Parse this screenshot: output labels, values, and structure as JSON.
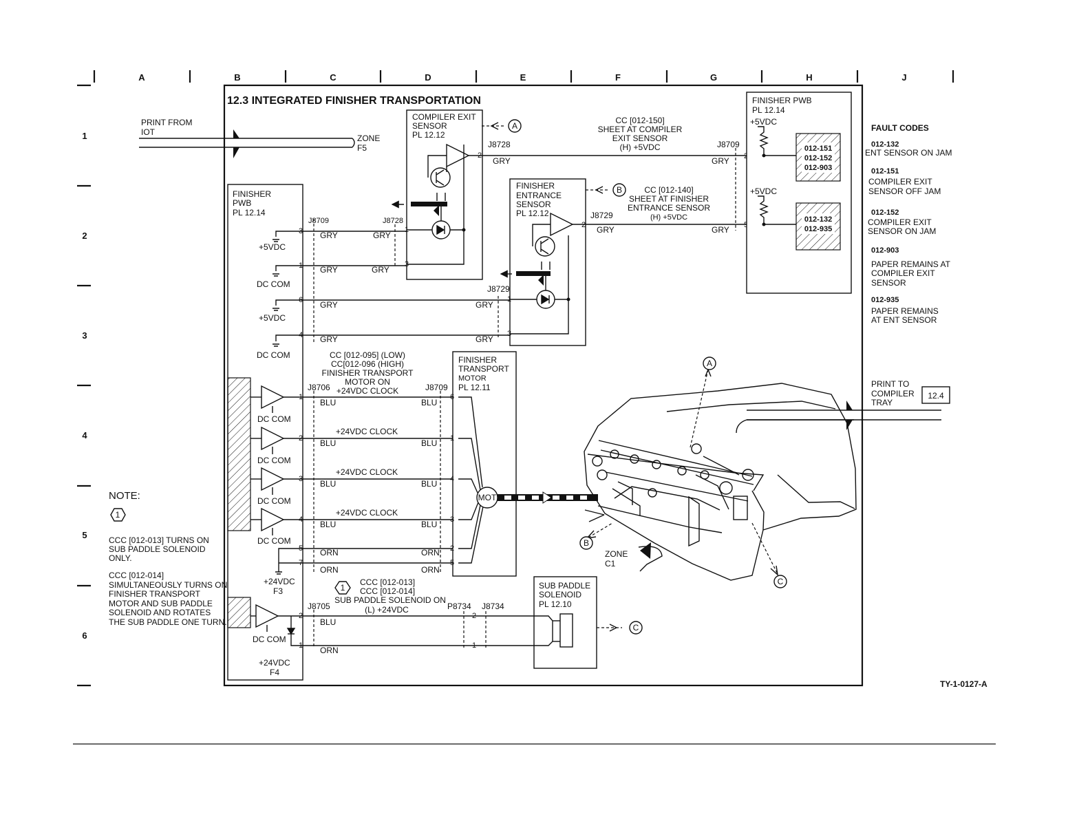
{
  "grid": {
    "columns": [
      "A",
      "B",
      "C",
      "D",
      "E",
      "F",
      "G",
      "H",
      "J"
    ],
    "rows": [
      "1",
      "2",
      "3",
      "4",
      "5",
      "6"
    ]
  },
  "title": "12.3 INTEGRATED FINISHER TRANSPORTATION",
  "print_from": [
    "PRINT FROM",
    "IOT"
  ],
  "zone_f5": [
    "ZONE",
    "F5"
  ],
  "zone_c1": [
    "ZONE",
    "C1"
  ],
  "finisher_pwb_left": [
    "FINISHER",
    "PWB",
    "PL 12.14"
  ],
  "finisher_pwb_right": [
    "FINISHER PWB",
    "PL 12.14"
  ],
  "compiler_exit_sensor": [
    "COMPILER EXIT",
    "SENSOR",
    "PL 12.12"
  ],
  "finisher_entrance_sensor": [
    "FINISHER",
    "ENTRANCE",
    "SENSOR",
    "PL 12.12"
  ],
  "finisher_transport_motor": [
    "FINISHER",
    "TRANSPORT",
    "MOTOR",
    "PL 12.11"
  ],
  "sub_paddle_solenoid": [
    "SUB PADDLE",
    "SOLENOID",
    "PL 12.10"
  ],
  "motor_label": "MOT",
  "signal_150": [
    "CC [012-150]",
    "SHEET AT COMPILER",
    "EXIT SENSOR",
    "(H) +5VDC"
  ],
  "signal_140": [
    "CC [012-140]",
    "SHEET AT FINISHER",
    "ENTRANCE SENSOR",
    "(H) +5VDC"
  ],
  "signal_motor": [
    "CC [012-095] (LOW)",
    "CC[012-096 (HIGH)",
    "FINISHER TRANSPORT",
    "MOTOR ON",
    "+24VDC CLOCK"
  ],
  "signal_solenoid": [
    "CCC [012-013]",
    "CCC [012-014]",
    "SUB PADDLE SOLENOID ON",
    "(L) +24VDC"
  ],
  "clock_label": "+24VDC CLOCK",
  "connectors": {
    "j8728": "J8728",
    "j8709": "J8709",
    "j8729": "J8729",
    "j8706": "J8706",
    "j8705": "J8705",
    "p8734": "P8734",
    "j8734": "J8734",
    "j8709_left": "J8709",
    "j8728_left": "J8728"
  },
  "wire_colors": {
    "gry": "GRY",
    "blu": "BLU",
    "orn": "ORN"
  },
  "power": {
    "v5": "+5VDC",
    "dccom": "DC COM",
    "v24f3": [
      "+24VDC",
      "F3"
    ],
    "v24f4": [
      "+24VDC",
      "F4"
    ]
  },
  "pins": {
    "p1": "1",
    "p2": "2",
    "p3": "3",
    "p4": "4",
    "p5": "5",
    "p6": "6",
    "p7": "7"
  },
  "fault_codes_title": "FAULT CODES",
  "fault_codes": [
    {
      "code": "012-132",
      "desc": [
        "ENT SENSOR ON JAM"
      ]
    },
    {
      "code": "012-151",
      "desc": [
        "COMPILER EXIT",
        "SENSOR OFF JAM"
      ]
    },
    {
      "code": "012-152",
      "desc": [
        "COMPILER EXIT",
        "SENSOR ON JAM"
      ]
    },
    {
      "code": "012-903",
      "desc": [
        "PAPER REMAINS AT",
        "COMPILER EXIT",
        "SENSOR"
      ]
    },
    {
      "code": "012-935",
      "desc": [
        "PAPER REMAINS",
        "AT ENT SENSOR"
      ]
    }
  ],
  "code_box_1": [
    "012-151",
    "012-152",
    "012-903"
  ],
  "code_box_2": [
    "012-132",
    "012-935"
  ],
  "print_to": [
    "PRINT TO",
    "COMPILER",
    "TRAY"
  ],
  "ref_124": "12.4",
  "refs": {
    "a": "A",
    "b": "B",
    "c": "C"
  },
  "note_title": "NOTE:",
  "note_marker": "1",
  "note_lines_1": [
    "CCC [012-013] TURNS ON",
    "SUB PADDLE SOLENOID",
    "ONLY."
  ],
  "note_lines_2": [
    "CCC  [012-014]",
    "SIMULTANEOUSLY TURNS ON",
    "FINISHER TRANSPORT",
    "MOTOR AND SUB PADDLE",
    "SOLENOID AND ROTATES",
    "THE SUB PADDLE ONE TURN."
  ],
  "figure_id": "TY-1-0127-A"
}
